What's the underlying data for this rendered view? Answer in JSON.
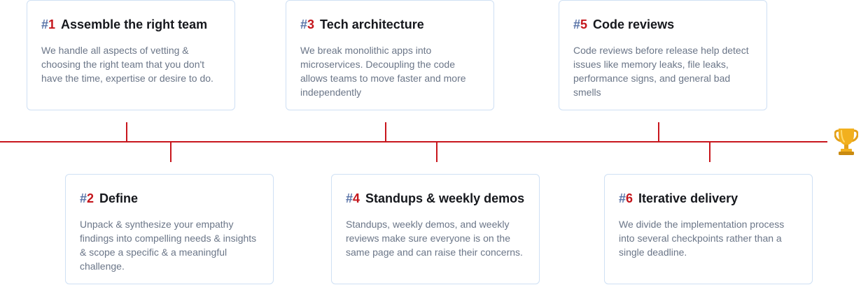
{
  "steps": [
    {
      "hash": "#",
      "num": "1",
      "title": "Assemble the right team",
      "desc": "We handle all aspects of vetting & choosing the right team that you don't have the time, expertise or desire to do."
    },
    {
      "hash": "#",
      "num": "2",
      "title": "Define",
      "desc": "Unpack & synthesize your empathy findings into compelling needs & insights & scope a specific & a meaningful challenge."
    },
    {
      "hash": "#",
      "num": "3",
      "title": "Tech architecture",
      "desc": "We break monolithic apps into microservices. Decoupling the code allows teams to move faster and more independently"
    },
    {
      "hash": "#",
      "num": "4",
      "title": "Standups & weekly demos",
      "desc": "Standups, weekly demos, and weekly reviews make sure everyone is on the same page and can raise their concerns."
    },
    {
      "hash": "#",
      "num": "5",
      "title": "Code reviews",
      "desc": "Code reviews before release help detect issues like memory leaks, file leaks, performance signs, and general bad smells"
    },
    {
      "hash": "#",
      "num": "6",
      "title": "Iterative delivery",
      "desc": "We divide the implementation process into several checkpoints rather than a single deadline."
    }
  ],
  "colors": {
    "accent": "#c8161d",
    "hash": "#5a74a8",
    "border": "#cfe0f4",
    "trophy": "#f2b01e"
  },
  "end_icon": "trophy-icon"
}
